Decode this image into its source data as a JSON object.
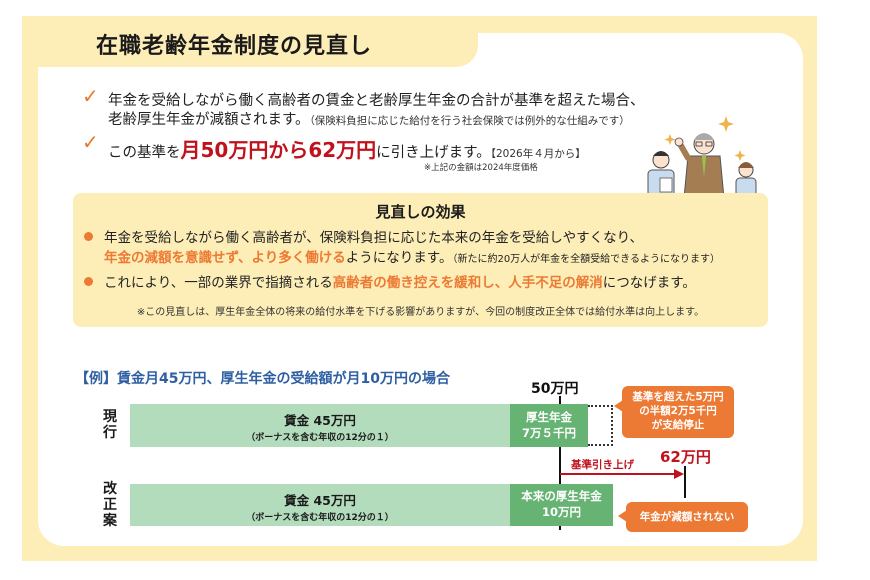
{
  "title": "在職老齢年金制度の見直し",
  "intro": {
    "bullet1": {
      "line1": "年金を受給しながら働く高齢者の賃金と老齢厚生年金の合計が基準を超えた場合、",
      "line2": "老齢厚生年金が減額されます。",
      "note": "（保険料負担に応じた給付を行う社会保険では例外的な仕組みです）"
    },
    "bullet2": {
      "prefix": "この基準を",
      "highlight": "月50万円から62万円",
      "suffix": "に引き上げます。",
      "date": "【2026年４月から】",
      "footnote": "※上記の金額は2024年度価格"
    }
  },
  "effects": {
    "heading": "見直しの効果",
    "item1": {
      "line1": "年金を受給しながら働く高齢者が、保険料負担に応じた本来の年金を受給しやすくなり、",
      "highlight": "年金の減額を意識せず、より多く働ける",
      "suffix": "ようになります。",
      "note": "（新たに約20万人が年金を全額受給できるようになります）"
    },
    "item2": {
      "prefix": "これにより、一部の業界で指摘される",
      "highlight": "高齢者の働き控えを緩和し、人手不足の解消",
      "suffix": "につなげます。"
    },
    "footnote": "※この見直しは、厚生年金全体の将来の給付水準を下げる影響がありますが、今回の制度改正全体では給付水準は向上します。"
  },
  "example": {
    "title": "【例】賃金月45万円、厚生年金の受給額が月10万円の場合",
    "current": {
      "label": "現行",
      "wage_label": "賃金 45万円",
      "wage_sub": "（ボーナスを含む年収の12分の１）",
      "pension_line1": "厚生年金",
      "pension_line2": "7万５千円",
      "threshold": "50万円",
      "callout_line1": "基準を超えた5万円",
      "callout_line2": "の半額2万5千円",
      "callout_line3": "が支給停止"
    },
    "revised": {
      "label": "改正案",
      "wage_label": "賃金 45万円",
      "wage_sub": "（ボーナスを含む年収の12分の１）",
      "pension_line1": "本来の厚生年金",
      "pension_line2": "10万円",
      "threshold": "62万円",
      "arrow_label": "基準引き上げ",
      "callout": "年金が減額されない"
    }
  },
  "colors": {
    "frame": "#fdeeb8",
    "accent_orange": "#ec7a34",
    "accent_red": "#c0121c",
    "wage_green": "#b3dcbd",
    "pension_green": "#66b373",
    "example_blue": "#2e5fa3"
  },
  "chart_data": {
    "type": "bar",
    "title": "【例】賃金月45万円、厚生年金の受給額が月10万円の場合",
    "categories": [
      "現行",
      "改正案"
    ],
    "series": [
      {
        "name": "賃金",
        "values": [
          45,
          45
        ]
      },
      {
        "name": "厚生年金（受給額）",
        "values": [
          7.5,
          10
        ]
      },
      {
        "name": "支給停止額",
        "values": [
          2.5,
          0
        ]
      }
    ],
    "thresholds": [
      {
        "label": "50万円",
        "value": 50,
        "applies_to": "現行"
      },
      {
        "label": "62万円",
        "value": 62,
        "applies_to": "改正案"
      }
    ],
    "annotations": [
      "基準を超えた5万円の半額2万5千円が支給停止",
      "基準引き上げ",
      "年金が減額されない"
    ],
    "unit": "万円／月",
    "orientation": "horizontal-stacked"
  }
}
